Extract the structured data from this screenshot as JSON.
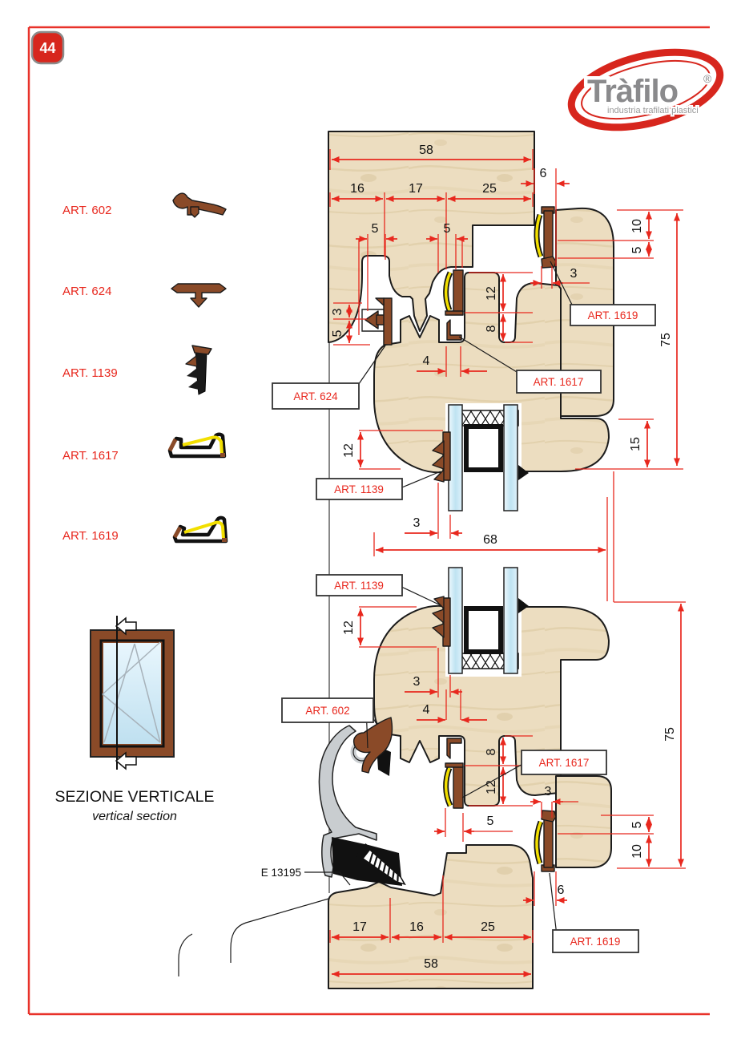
{
  "page": {
    "number": "44"
  },
  "logo": {
    "brand": "Tràfilo",
    "reg": "®",
    "tagline": "industria trafilati plastici"
  },
  "colors": {
    "red": "#E8281E",
    "wood": "#ECDDC0",
    "brown": "#8A4A28",
    "yellow": "#F2DF00",
    "glass": "#CBE6F5",
    "aluminium": "#C9CDD0"
  },
  "articles": [
    {
      "label": "ART. 602"
    },
    {
      "label": "ART. 624"
    },
    {
      "label": "ART. 1139"
    },
    {
      "label": "ART. 1617"
    },
    {
      "label": "ART. 1619"
    }
  ],
  "section_caption": {
    "title": "SEZIONE VERTICALE",
    "subtitle": "vertical section"
  },
  "drawing": {
    "callouts": {
      "c624": "ART. 624",
      "c1617_top": "ART. 1617",
      "c1619_top": "ART. 1619",
      "c1139_top": "ART. 1139",
      "c1139_bottom": "ART. 1139",
      "c602": "ART. 602",
      "c1617_bottom": "ART. 1617",
      "c1619_bottom": "ART. 1619",
      "screw": "E 13195"
    },
    "dimensions": {
      "top": {
        "d58": "58",
        "d16": "16",
        "d17": "17",
        "d25": "25",
        "d6": "6",
        "d5a": "5",
        "d5b": "5"
      },
      "upper_left": {
        "d3": "3",
        "d5": "5"
      },
      "upper_right": {
        "d10": "10",
        "d5": "5",
        "d3": "3",
        "d75": "75"
      },
      "upper_mid": {
        "d12": "12",
        "d8": "8",
        "d4": "4"
      },
      "glazing_upper": {
        "d12": "12",
        "d15": "15",
        "d3": "3"
      },
      "middle": {
        "d68": "68"
      },
      "glazing_lower": {
        "d12": "12",
        "d3": "3",
        "d4": "4"
      },
      "lower_mid": {
        "d8": "8",
        "d12": "12",
        "d5": "5"
      },
      "lower_right": {
        "d3": "3",
        "d5": "5",
        "d10": "10",
        "d75": "75",
        "d6": "6"
      },
      "bottom": {
        "d17": "17",
        "d16": "16",
        "d25": "25",
        "d58": "58"
      }
    }
  }
}
